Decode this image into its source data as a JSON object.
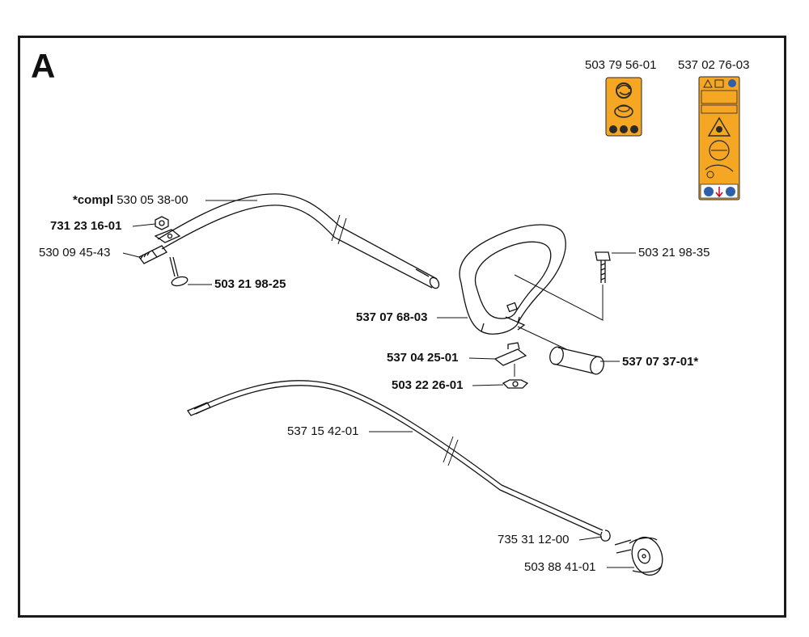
{
  "section_letter": "A",
  "decal_parts": [
    "503 79 56-01",
    "537 02 76-03"
  ],
  "parts": {
    "shaft_compl_prefix": "*compl",
    "shaft_compl": "530 05 38-00",
    "nut": "731 23 16-01",
    "bolt_end": "530 09 45-43",
    "screw_left": "503 21 98-25",
    "handle": "537 07 68-03",
    "screw_right": "503 21 98-35",
    "clamp": "537 04 25-01",
    "wing_nut": "503 22 26-01",
    "sleeve": "537 07 37-01*",
    "drive_cable": "537 15 42-01",
    "circlip": "735 31 12-00",
    "clutch_drum": "503 88 41-01"
  },
  "colors": {
    "decal": "#f5a623",
    "ink": "#111111",
    "decal_dark": "#2a2a2a",
    "decal_blue": "#2f5fa8"
  }
}
